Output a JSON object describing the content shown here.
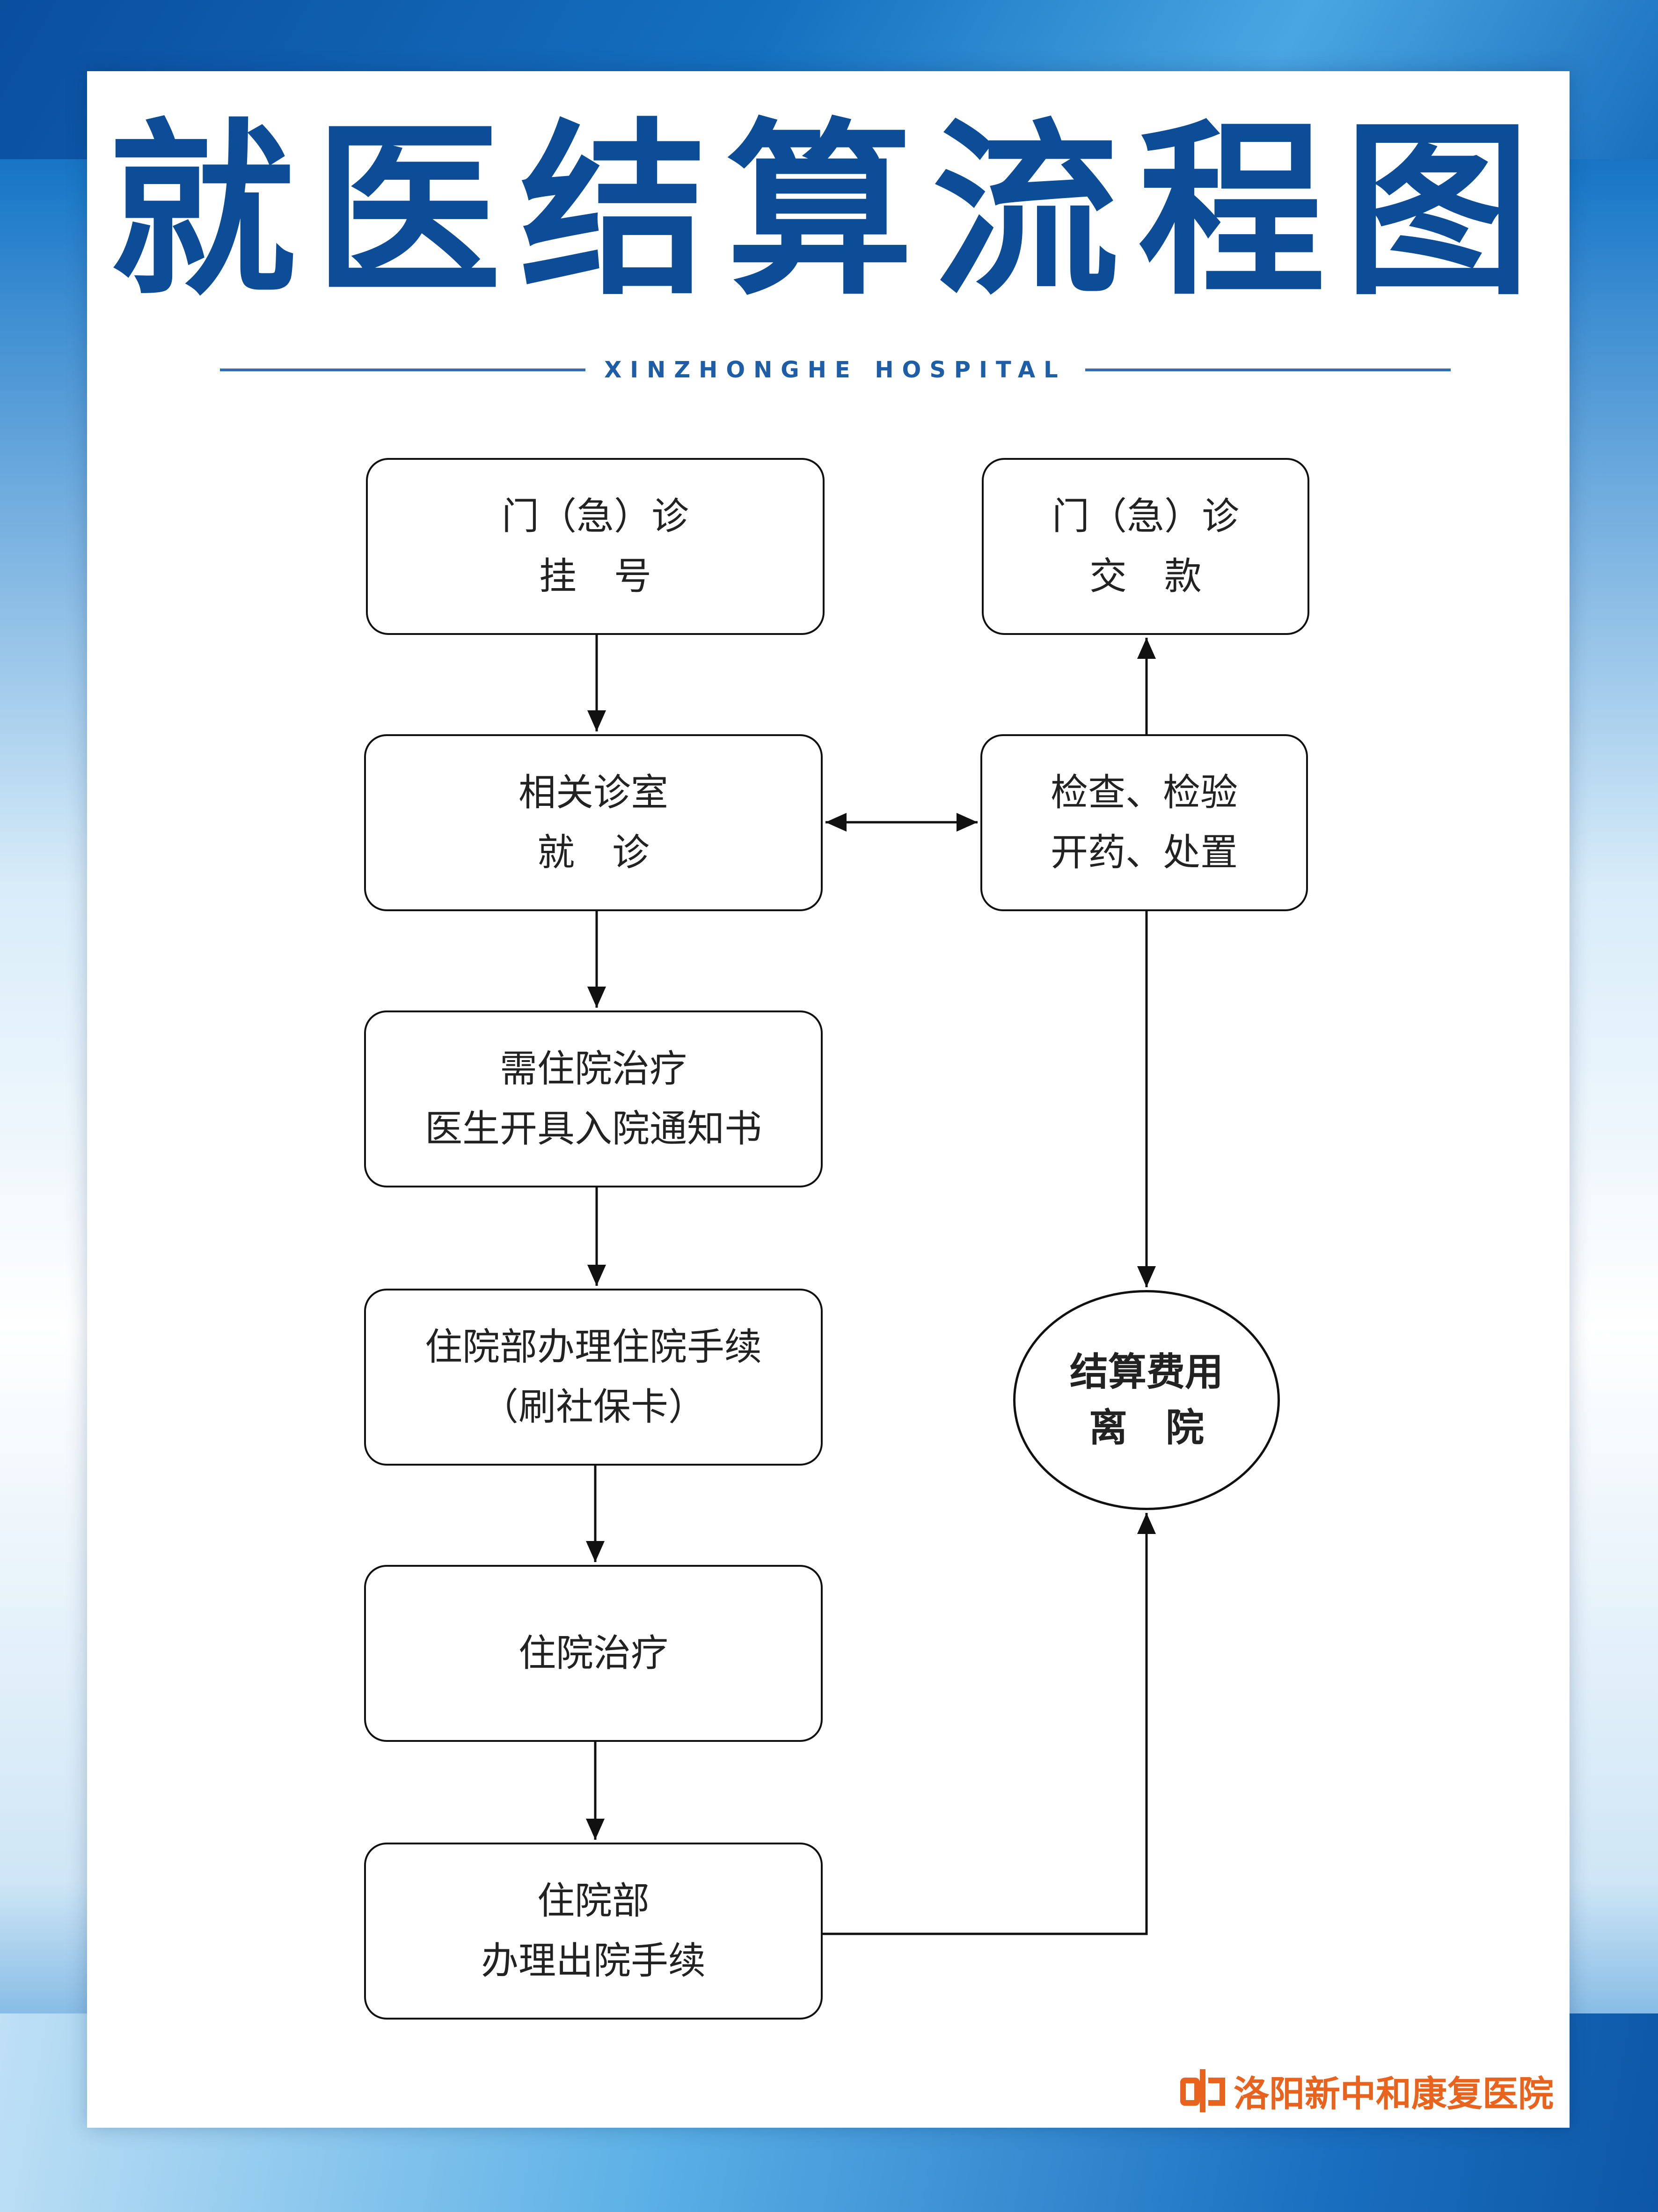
{
  "poster": {
    "title": "就医结算流程图",
    "subtitle": "XINZHONGHE HOSPITAL"
  },
  "flow": {
    "outpatient_register": [
      "门（急）诊",
      "挂　号"
    ],
    "clinic_visit": [
      "相关诊室",
      "就　诊"
    ],
    "inpatient_notice": [
      "需住院治疗",
      "医生开具入院通知书"
    ],
    "admission_procedure": [
      "住院部办理住院手续",
      "（刷社保卡）"
    ],
    "inpatient_treatment": [
      "住院治疗"
    ],
    "discharge_procedure": [
      "住院部",
      "办理出院手续"
    ],
    "outpatient_payment": [
      "门（急）诊",
      "交　款"
    ],
    "exam_prescribe": [
      "检查、检验",
      "开药、处置"
    ],
    "settle_discharge": [
      "结算费用",
      "离　院"
    ]
  },
  "logo": {
    "text": "洛阳新中和康复医院",
    "color": "#e8641e"
  },
  "colors": {
    "brand_blue": "#0d4d97",
    "line_blue": "#2f6fb2"
  }
}
